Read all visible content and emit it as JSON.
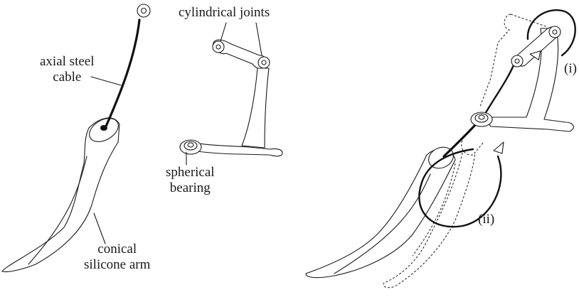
{
  "figure": {
    "labels": {
      "axial_steel_cable": [
        "axial steel",
        "cable"
      ],
      "cylindrical_joints": "cylindrical joints",
      "spherical_bearing": [
        "spherical",
        "bearing"
      ],
      "conical_silicone_arm": [
        "conical",
        "silicone arm"
      ],
      "motion_i": "(i)",
      "motion_ii": "(ii)"
    }
  }
}
